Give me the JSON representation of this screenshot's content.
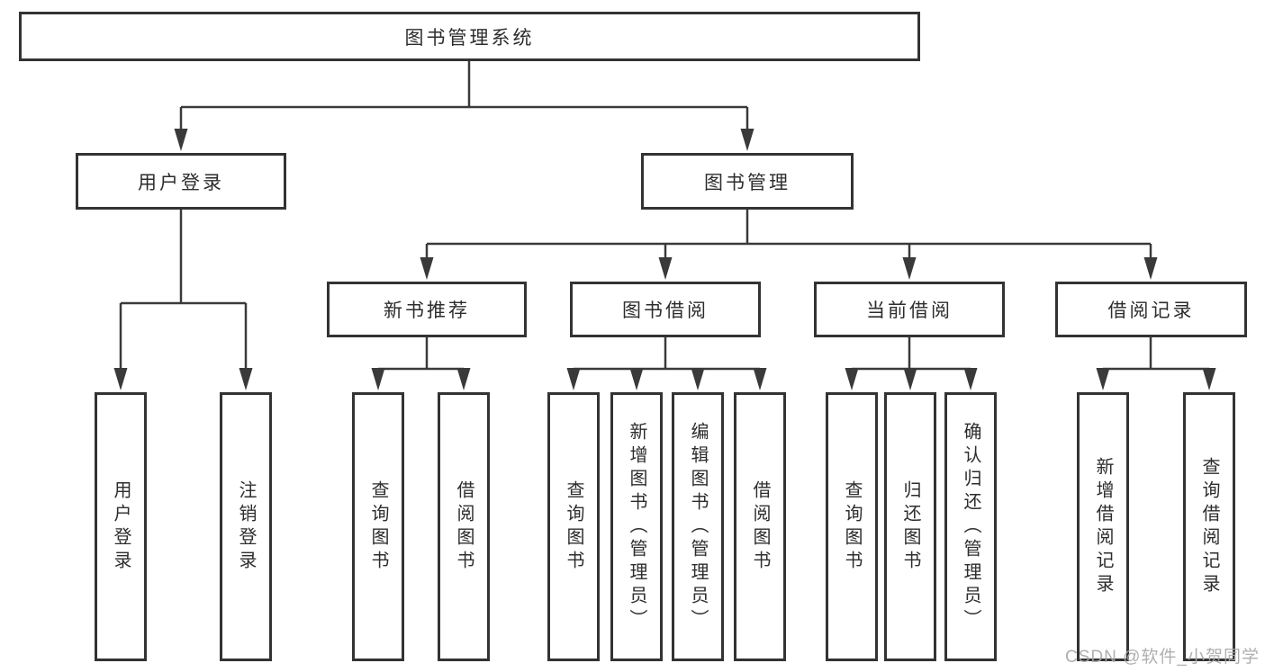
{
  "diagram": {
    "root_label": "图书管理系统",
    "user_login": {
      "label": "用户登录",
      "children": [
        "用户登录",
        "注销登录"
      ]
    },
    "book_management": {
      "label": "图书管理",
      "sections": [
        {
          "label": "新书推荐",
          "children": [
            "查询图书",
            "借阅图书"
          ]
        },
        {
          "label": "图书借阅",
          "children": [
            "查询图书",
            "新增图书（管理员）",
            "编辑图书（管理员）",
            "借阅图书"
          ]
        },
        {
          "label": "当前借阅",
          "children": [
            "查询图书",
            "归还图书",
            "确认归还（管理员）"
          ]
        },
        {
          "label": "借阅记录",
          "children": [
            "新增借阅记录",
            "查询借阅记录"
          ]
        }
      ]
    }
  },
  "watermark": "CSDN @软件_小贺同学",
  "colors": {
    "line": "#3a3a3a",
    "box_border": "#333333",
    "text": "#2d2d2d",
    "watermark": "#a8a8a8",
    "background": "#ffffff"
  }
}
